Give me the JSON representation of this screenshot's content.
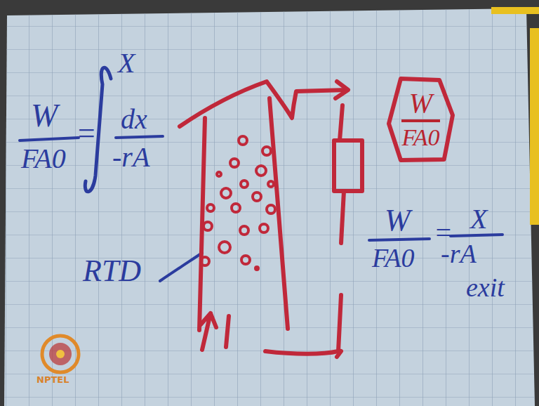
{
  "diagram": {
    "nodes": [
      {
        "text": [
          "W",
          "FA0"
        ]
      }
    ],
    "labels": [
      "W",
      "FA0",
      "=",
      "X",
      "dx",
      "-rA",
      "RTD",
      "W",
      "FA0",
      "=",
      "X",
      "-rA",
      "exit",
      "NPTEL"
    ]
  }
}
